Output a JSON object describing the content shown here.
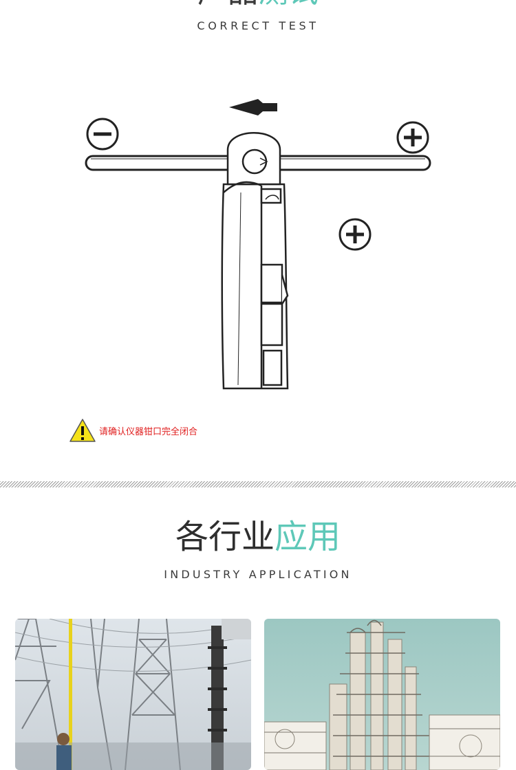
{
  "top_section": {
    "title_dark": "产品",
    "title_teal": "测试",
    "subtitle": "CORRECT TEST",
    "warning_text": "请确认仪器钳口完全闭合",
    "diagram_symbols": [
      "minus-icon",
      "plus-icon",
      "plus-icon",
      "arrow-left-icon"
    ]
  },
  "application_section": {
    "title_dark": "各行业",
    "title_teal": "应用",
    "subtitle": "INDUSTRY APPLICATION"
  },
  "photos": [
    {
      "subject": "power substation with transmission towers and worker holding insulated pole"
    },
    {
      "subject": "petrochemical plant distillation towers"
    }
  ],
  "colors": {
    "accent": "#5ec8b8",
    "text_dark": "#3a3a3a",
    "warning_red": "#e02020",
    "warning_yellow": "#f5e21a"
  }
}
